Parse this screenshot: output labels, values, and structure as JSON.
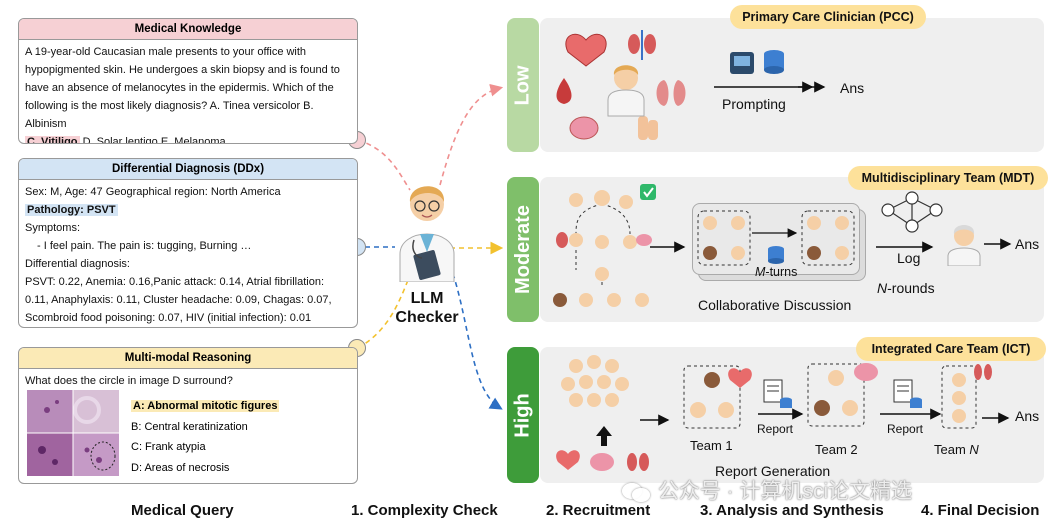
{
  "medical_knowledge": {
    "title": "Medical Knowledge",
    "lines": [
      "A 19-year-old Caucasian male presents to your office with",
      "hypopigmented skin. He undergoes a skin biopsy and is found to",
      "have an absence of melanocytes in the epidermis. Which of the",
      "following is the most likely diagnosis? A. Tinea versicolor B. Albinism"
    ],
    "answer": "C. Vitiligo",
    "rest": " D. Solar lentigo E. Melanoma"
  },
  "ddx": {
    "title": "Differential Diagnosis (DDx)",
    "line1": "Sex: M, Age: 47 Geographical region: North America",
    "pathology": "Pathology: PSVT",
    "symptoms": "Symptoms:",
    "symptom_item": "- I feel pain. The pain is: tugging, Burning …",
    "dd_label": "Differential diagnosis:",
    "dd_lines": [
      "PSVT: 0.22, Anemia: 0.16,Panic attack: 0.14, Atrial fibrillation:",
      "0.11, Anaphylaxis: 0.11, Cluster headache: 0.09, Chagas: 0.07,",
      "Scombroid food poisoning: 0.07, HIV (initial infection): 0.01"
    ]
  },
  "mm": {
    "title": "Multi-modal Reasoning",
    "question": "What does the circle in image D surround?",
    "options": [
      "A: Abnormal mitotic figures",
      "B: Central keratinization",
      "C: Frank atypia",
      "D: Areas of necrosis"
    ]
  },
  "checker": {
    "line1": "LLM",
    "line2": "Checker"
  },
  "levels": {
    "low": "Low",
    "moderate": "Moderate",
    "high": "High"
  },
  "tags": {
    "pcc": "Primary Care Clinician (PCC)",
    "mdt": "Multidisciplinary Team (MDT)",
    "ict": "Integrated Care Team (ICT)"
  },
  "low_panel": {
    "prompting": "Prompting",
    "ans": "Ans"
  },
  "moderate_panel": {
    "m_turns": "M",
    "m_turns_rest": "-turns",
    "collab": "Collaborative Discussion",
    "log": "Log",
    "n_rounds": "N",
    "n_rounds_rest": "-rounds",
    "ans": "Ans"
  },
  "high_panel": {
    "team1": "Team 1",
    "team2": "Team 2",
    "teamN": "Team ",
    "teamN_n": "N",
    "report": "Report",
    "report_gen": "Report Generation",
    "ans": "Ans"
  },
  "steps": {
    "query": "Medical Query",
    "s1": "1. Complexity Check",
    "s2": "2. Recruitment",
    "s3": "3. Analysis and Synthesis",
    "s4": "4. Final Decision"
  },
  "watermark": "公众号 · 计算机sci论文精选",
  "colors": {
    "red_header": "#f6d0d4",
    "blue_header": "#d3e4f4",
    "yellow_header": "#fbeab6",
    "low_green": "#b8d9a3",
    "moderate_green": "#7fbf6a",
    "high_green": "#3e9c3a",
    "tag_yellow": "#fde19a"
  }
}
